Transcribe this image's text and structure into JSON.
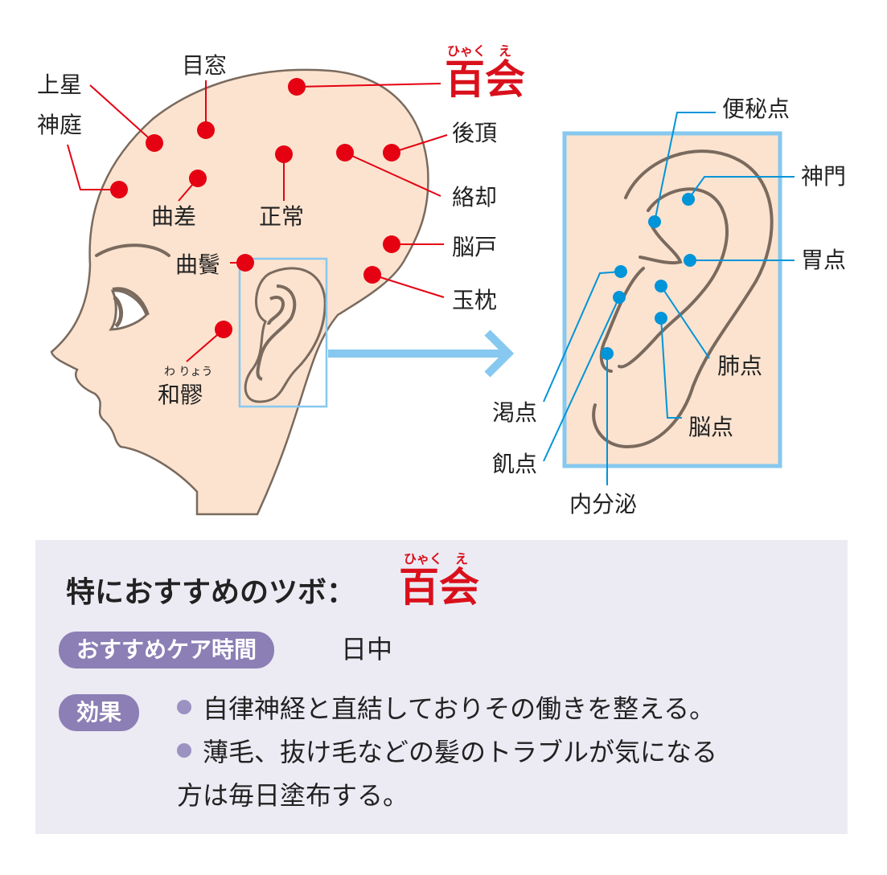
{
  "head_points": {
    "hyakue": {
      "label": "百会",
      "reading": "ひゃく　え"
    },
    "josei": "上星",
    "mokuso": "目窓",
    "shintei": "神庭",
    "kyokusa": "曲差",
    "seijo": "正常",
    "gocho": "後頂",
    "rakkyaku": "絡却",
    "noko": "脳戸",
    "gyokuchin": "玉枕",
    "kyokubin": "曲鬢",
    "waryo": {
      "label": "和髎",
      "reading": "わ りょう"
    }
  },
  "ear_points": {
    "benpiten": "便秘点",
    "shinmon": "神門",
    "iten": "胃点",
    "haiten": "肺点",
    "nouten": "脳点",
    "katsuten": "渇点",
    "kiten": "飢点",
    "naibunpi": "内分泌"
  },
  "panel": {
    "title": "特におすすめのツボ：",
    "title_point": "百会",
    "title_reading": "ひゃく　え",
    "care_time_label": "おすすめケア時間",
    "care_time_value": "日中",
    "effect_label": "効果",
    "effects": [
      "自律神経と直結しておりその働きを整える。",
      "薄毛、抜け毛などの髪のトラブルが気になる",
      "方は毎日塗布する。"
    ]
  },
  "colors": {
    "skin": "#fbe3cf",
    "outline": "#7a6a5e",
    "head_point": "#e50012",
    "ear_point": "#0094d9",
    "ear_box_border": "#86c8ef",
    "arrow": "#86c8ef",
    "panel_bg": "#ecebf4",
    "pill": "#8b7fb5",
    "accent_red": "#d9101b"
  }
}
